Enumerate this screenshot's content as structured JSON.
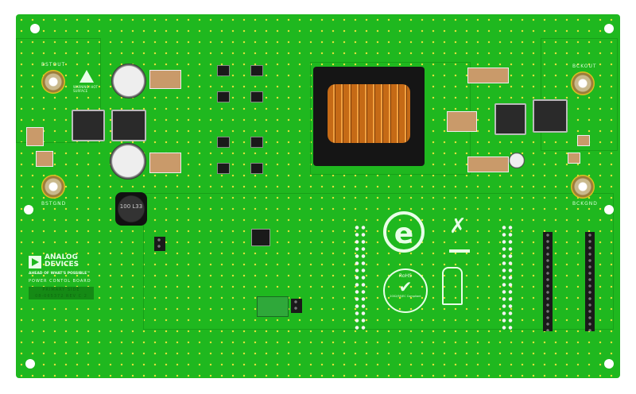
{
  "silkscreen": {
    "bst_out": "BSTOUT",
    "bst_gnd": "BSTGND",
    "bck_out": "BCKOUT",
    "bck_gnd": "BCKGND",
    "warning": "WARNING! HOT SURFACE",
    "brand_line1": "ANALOG",
    "brand_line2": "DEVICES",
    "tagline": "AHEAD OF WHAT'S POSSIBLE™",
    "board_name": "POWER CONTOL BOARD",
    "side": "PRIMARY SIDE",
    "part_number": "08-065372 REV C 2",
    "inductor_marking": "100 L33",
    "rohs": "RoHS",
    "rohs_ring": "2002/95/EC Compliant"
  },
  "colors": {
    "board": "#1fb81f",
    "silk": "#e8ffe8",
    "copper": "#d0761c"
  }
}
